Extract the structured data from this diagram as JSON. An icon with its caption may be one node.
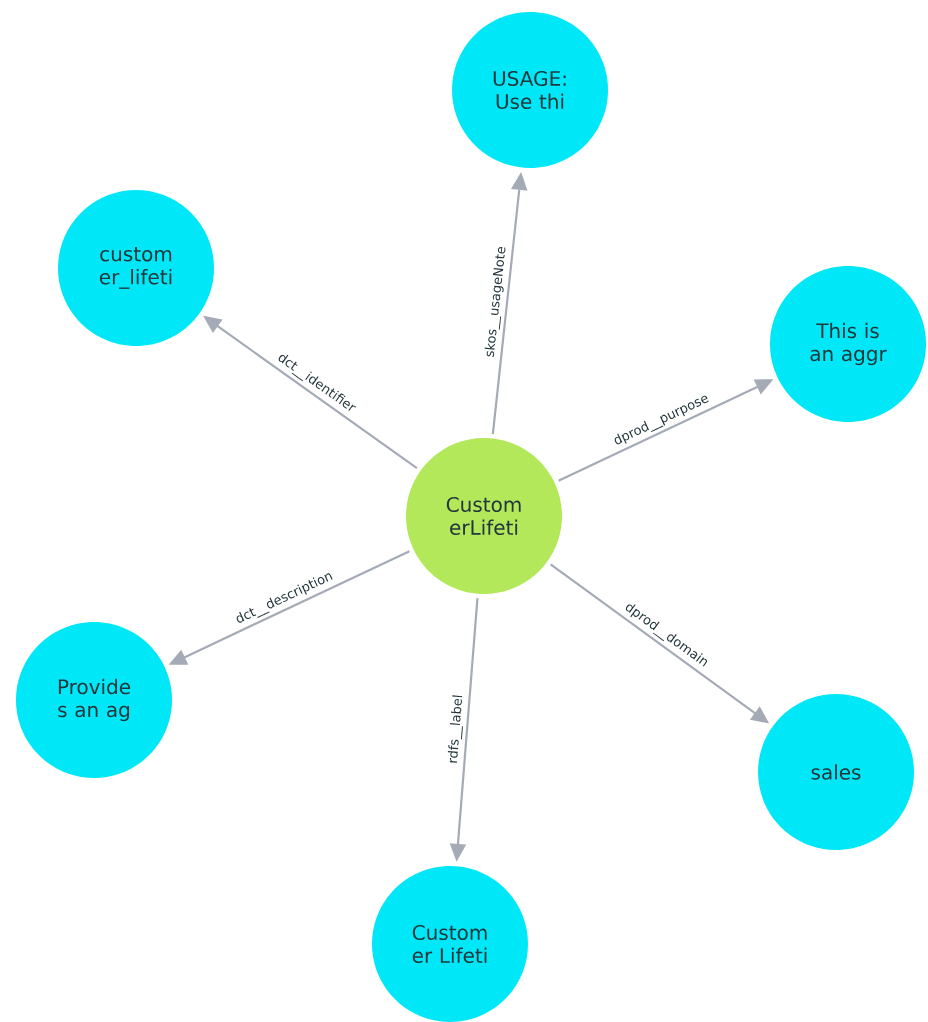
{
  "diagram": {
    "nodes": [
      {
        "text": [
          "USAGE: Use thi"
        ]
      },
      {
        "text": [
          "custom er_lifeti"
        ]
      },
      {
        "text": [
          "This is an aggr"
        ]
      },
      {
        "text": [
          "Custom erLifeti"
        ]
      },
      {
        "text": [
          "Provide s an ag"
        ]
      },
      {
        "text": [
          "sales"
        ]
      },
      {
        "text": [
          "Custom er Lifeti"
        ]
      }
    ],
    "edges": [
      {
        "from": 3,
        "to": 0,
        "arrow": "to",
        "label": "skos__usageNote"
      },
      {
        "from": 3,
        "to": 1,
        "arrow": "to",
        "label": "dct__identifier"
      },
      {
        "from": 3,
        "to": 2,
        "arrow": "to",
        "label": "dprod__purpose"
      },
      {
        "from": 3,
        "to": 4,
        "arrow": "to",
        "label": "dct__description"
      },
      {
        "from": 3,
        "to": 5,
        "arrow": "to",
        "label": "dprod__domain"
      },
      {
        "from": 3,
        "to": 6,
        "arrow": "to",
        "label": "rdfs__label"
      }
    ]
  }
}
